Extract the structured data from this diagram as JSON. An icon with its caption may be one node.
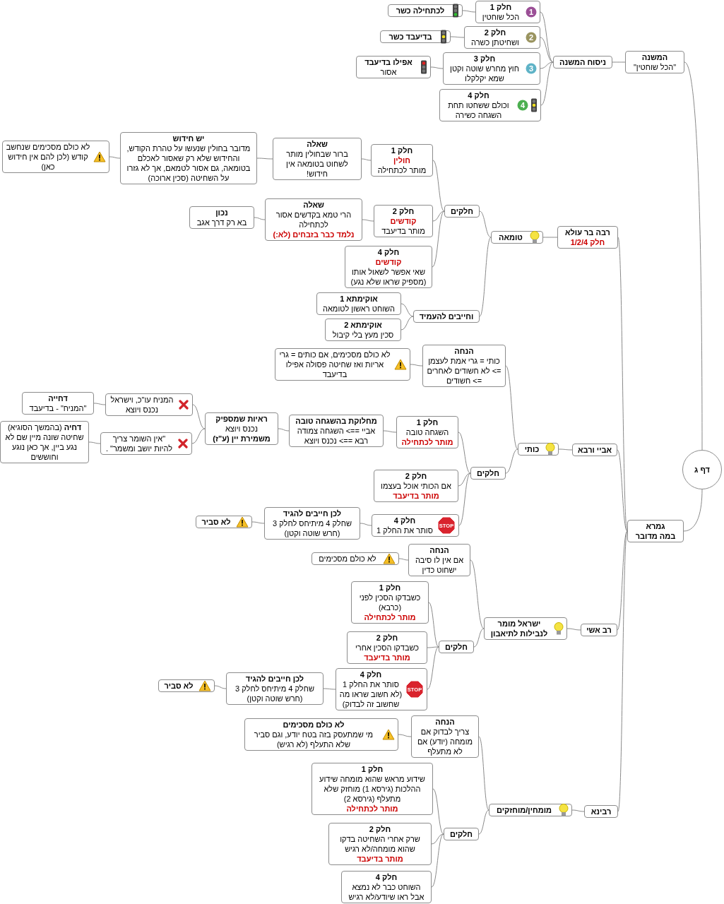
{
  "diagram": {
    "nodes": [
      {
        "text": [
          "דף ג"
        ]
      },
      {
        "text": [
          "המשנה",
          "\"הכל שוחטין\""
        ]
      },
      {
        "text": [
          "ניסוח המשנה"
        ]
      },
      {
        "text": [
          "חלק 1",
          "הכל שוחטין"
        ]
      },
      {
        "text": [
          "לכתחילה כשר"
        ]
      },
      {
        "text": [
          "חלק 2",
          "ושחיטתן כשרה"
        ]
      },
      {
        "text": [
          "בדיעבד כשר"
        ]
      },
      {
        "text": [
          "חלק 3",
          "חוץ מחרש שוטה וקטן שמא יקלקלו"
        ]
      },
      {
        "text": [
          "אפילו בדיעבד",
          "אסור"
        ]
      },
      {
        "text": [
          "חלק 4",
          "וכולם ששחטו תחת השגחה כשירה"
        ]
      },
      {
        "text": [
          "גמרא",
          "במה מדובר"
        ]
      },
      {
        "text": [
          "רבה בר עולא",
          "חלק 1/2/4"
        ]
      },
      {
        "text": [
          "טומאה"
        ]
      },
      {
        "text": [
          "חלקים"
        ]
      },
      {
        "text": [
          "חלק 1",
          "חולין",
          "מותר לכתחילה"
        ]
      },
      {
        "text": [
          "שאלה",
          "ברור שבחולין מותר לשחוט בטומאה אין חידוש!"
        ]
      },
      {
        "text": [
          "יש חידוש",
          "מדובר בחולין שנעשו על טהרת הקודש, והחידוש שלא רק שאסור לאכלם בטומאה, גם אסור לטמאם, אך לא גזרו על השחיטה (סכין ארוכה)"
        ]
      },
      {
        "text": [
          "לא כולם מסכימים שנחשב קודש (לכן להם אין חידוש כאן)"
        ]
      },
      {
        "text": [
          "חלק 2",
          "קודשים",
          "מותר בדיעבד"
        ]
      },
      {
        "text": [
          "שאלה",
          "הרי טמא בקדשים אסור לכתחילה",
          "נלמד כבר בזבחים (לא:)"
        ]
      },
      {
        "text": [
          "נכון",
          "בא רק דרך אגב"
        ]
      },
      {
        "text": [
          "חלק 4",
          "קודשים",
          "שאי אפשר לשאול אותו (מספיק שראו שלא נגע)"
        ]
      },
      {
        "text": [
          "וחייבים להעמיד"
        ]
      },
      {
        "text": [
          "אוקימתא 1",
          "השוחט ראשון לטומאה"
        ]
      },
      {
        "text": [
          "אוקימתא 2",
          "סכין מעץ בלי קיבול"
        ]
      },
      {
        "text": [
          "אביי ורבא"
        ]
      },
      {
        "text": [
          "כותי"
        ]
      },
      {
        "text": [
          "הנחה",
          "כותי = גרי אמת לעצמן => לא חשודים לאחרים => חשודים"
        ]
      },
      {
        "text": [
          "לא כולם מסכימים, אם כותים = גרי אריות ואז שחיטה פסולה אפילו בדיעבד"
        ]
      },
      {
        "text": [
          "חלקים"
        ]
      },
      {
        "text": [
          "חלק 1",
          "השגחה טובה",
          "מותר לכתחילה"
        ]
      },
      {
        "text": [
          "מחלוקת בהשגחה טובה",
          "אביי ==> השגחה צמודה רבא ==> נכנס ויוצא"
        ]
      },
      {
        "text": [
          "ראיות שמספיק",
          "נכנס ויוצא",
          "משמירת יין (ע\"ז)"
        ]
      },
      {
        "text": [
          "המניח עו\"כ, וישראל נכנס ויוצא"
        ]
      },
      {
        "text": [
          "דחייה",
          "\"המניח\" - בדיעבד"
        ]
      },
      {
        "text": [
          "\"אין השומר צריך להיות יושב ומשמר\" ."
        ]
      },
      {
        "text": [
          "**דחיה** (בהמשך הסוגיא) שחיטה שונה מיין שם לא נגע ביין, אך כאן נוגע וחוששים"
        ]
      },
      {
        "text": [
          "חלק 2",
          "אם הכותי אוכל בעצמו",
          "מותר בדיעבד"
        ]
      },
      {
        "text": [
          "חלק 4",
          "סותר את החלק 1"
        ]
      },
      {
        "text": [
          "לכן חייבים להגיד",
          "שחלק 4 מיתיחס לחלק 3 (חרש שוטה וקטן)"
        ]
      },
      {
        "text": [
          "לא סביר"
        ]
      },
      {
        "text": [
          "רב אשי"
        ]
      },
      {
        "text": [
          "ישראל מומר לנבילות לתיאבון"
        ]
      },
      {
        "text": [
          "הנחה",
          "אם אין לו סיבה ישחוט כדין"
        ]
      },
      {
        "text": [
          "לא כולם מסכימים"
        ]
      },
      {
        "text": [
          "חלקים"
        ]
      },
      {
        "text": [
          "חלק 1",
          "כשבדקו הסכין לפני (כרבא)",
          "מותר לכתחילה"
        ]
      },
      {
        "text": [
          "חלק 2",
          "כשבדקו הסכין אחרי",
          "מותר בדיעבד"
        ]
      },
      {
        "text": [
          "חלק 4",
          "סותר את החלק 1 (לא חשוב שראו מה שחשוב זה לבדוק)"
        ]
      },
      {
        "text": [
          "לכן חייבים להגיד",
          "שחלק 4 מיתיחס לחלק 3 (חרש שוטה וקטן)"
        ]
      },
      {
        "text": [
          "לא סביר"
        ]
      },
      {
        "text": [
          "רבינא"
        ]
      },
      {
        "text": [
          "מומחין/מוחזקים"
        ]
      },
      {
        "text": [
          "הנחה",
          "צריך לבדוק אם מומחה (יודע) אם לא מתעלף"
        ]
      },
      {
        "text": [
          "לא כולם מסכימים",
          "מי שמתעסק בזה בטח יודע, וגם סביר שלא התעלף (לא רגיש)"
        ]
      },
      {
        "text": [
          "חלקים"
        ]
      },
      {
        "text": [
          "חלק 1",
          "שידוע מראש שהוא מומחה שידוע ההלכות (גירסא 1) מוחזק שלא מתעלף (גירסא 2)",
          "מותר לכתחילה"
        ]
      },
      {
        "text": [
          "חלק 2",
          "שרק אחרי השחיטה בדקו שהוא מומחה/לא רגיש",
          "מותר בדיעבד"
        ]
      },
      {
        "text": [
          "חלק 4",
          "השוחט כבר לא נמצא אבל ראו שיודע/לא רגיש"
        ]
      }
    ],
    "edges": [
      {
        "from": 0,
        "to": 1,
        "arrow": "none"
      },
      {
        "from": 1,
        "to": 2,
        "arrow": "none"
      },
      {
        "from": 2,
        "to": 3,
        "arrow": "none"
      },
      {
        "from": 2,
        "to": 5,
        "arrow": "none"
      },
      {
        "from": 2,
        "to": 7,
        "arrow": "none"
      },
      {
        "from": 2,
        "to": 9,
        "arrow": "none"
      },
      {
        "from": 3,
        "to": 4,
        "arrow": "none"
      },
      {
        "from": 5,
        "to": 6,
        "arrow": "none"
      },
      {
        "from": 7,
        "to": 8,
        "arrow": "none"
      },
      {
        "from": 0,
        "to": 10,
        "arrow": "none"
      },
      {
        "from": 10,
        "to": 11,
        "arrow": "none"
      },
      {
        "from": 11,
        "to": 12,
        "arrow": "none"
      },
      {
        "from": 12,
        "to": 13,
        "arrow": "none"
      },
      {
        "from": 13,
        "to": 14,
        "arrow": "none"
      },
      {
        "from": 14,
        "to": 15,
        "arrow": "none"
      },
      {
        "from": 15,
        "to": 16,
        "arrow": "none"
      },
      {
        "from": 16,
        "to": 17,
        "arrow": "none"
      },
      {
        "from": 13,
        "to": 18,
        "arrow": "none"
      },
      {
        "from": 18,
        "to": 19,
        "arrow": "none"
      },
      {
        "from": 19,
        "to": 20,
        "arrow": "none"
      },
      {
        "from": 13,
        "to": 21,
        "arrow": "none"
      },
      {
        "from": 12,
        "to": 22,
        "arrow": "none"
      },
      {
        "from": 22,
        "to": 23,
        "arrow": "none"
      },
      {
        "from": 22,
        "to": 24,
        "arrow": "none"
      },
      {
        "from": 10,
        "to": 25,
        "arrow": "none"
      },
      {
        "from": 25,
        "to": 26,
        "arrow": "none"
      },
      {
        "from": 26,
        "to": 27,
        "arrow": "none"
      },
      {
        "from": 27,
        "to": 28,
        "arrow": "none"
      },
      {
        "from": 26,
        "to": 29,
        "arrow": "none"
      },
      {
        "from": 29,
        "to": 30,
        "arrow": "none"
      },
      {
        "from": 30,
        "to": 31,
        "arrow": "none"
      },
      {
        "from": 31,
        "to": 32,
        "arrow": "none"
      },
      {
        "from": 32,
        "to": 33,
        "arrow": "none"
      },
      {
        "from": 33,
        "to": 34,
        "arrow": "none"
      },
      {
        "from": 32,
        "to": 35,
        "arrow": "none"
      },
      {
        "from": 35,
        "to": 36,
        "arrow": "none"
      },
      {
        "from": 29,
        "to": 37,
        "arrow": "none"
      },
      {
        "from": 29,
        "to": 38,
        "arrow": "none"
      },
      {
        "from": 38,
        "to": 39,
        "arrow": "none"
      },
      {
        "from": 39,
        "to": 40,
        "arrow": "none"
      },
      {
        "from": 10,
        "to": 41,
        "arrow": "none"
      },
      {
        "from": 41,
        "to": 42,
        "arrow": "none"
      },
      {
        "from": 42,
        "to": 43,
        "arrow": "none"
      },
      {
        "from": 43,
        "to": 44,
        "arrow": "none"
      },
      {
        "from": 42,
        "to": 45,
        "arrow": "none"
      },
      {
        "from": 45,
        "to": 46,
        "arrow": "none"
      },
      {
        "from": 45,
        "to": 47,
        "arrow": "none"
      },
      {
        "from": 45,
        "to": 48,
        "arrow": "none"
      },
      {
        "from": 48,
        "to": 49,
        "arrow": "none"
      },
      {
        "from": 49,
        "to": 50,
        "arrow": "none"
      },
      {
        "from": 10,
        "to": 51,
        "arrow": "none"
      },
      {
        "from": 51,
        "to": 52,
        "arrow": "none"
      },
      {
        "from": 52,
        "to": 53,
        "arrow": "none"
      },
      {
        "from": 53,
        "to": 54,
        "arrow": "none"
      },
      {
        "from": 52,
        "to": 55,
        "arrow": "none"
      },
      {
        "from": 55,
        "to": 56,
        "arrow": "none"
      },
      {
        "from": 55,
        "to": 57,
        "arrow": "none"
      },
      {
        "from": 55,
        "to": 58,
        "arrow": "none"
      }
    ],
    "labels": [
      "1",
      "2",
      "3",
      "4",
      "STOP",
      "STOP"
    ]
  }
}
